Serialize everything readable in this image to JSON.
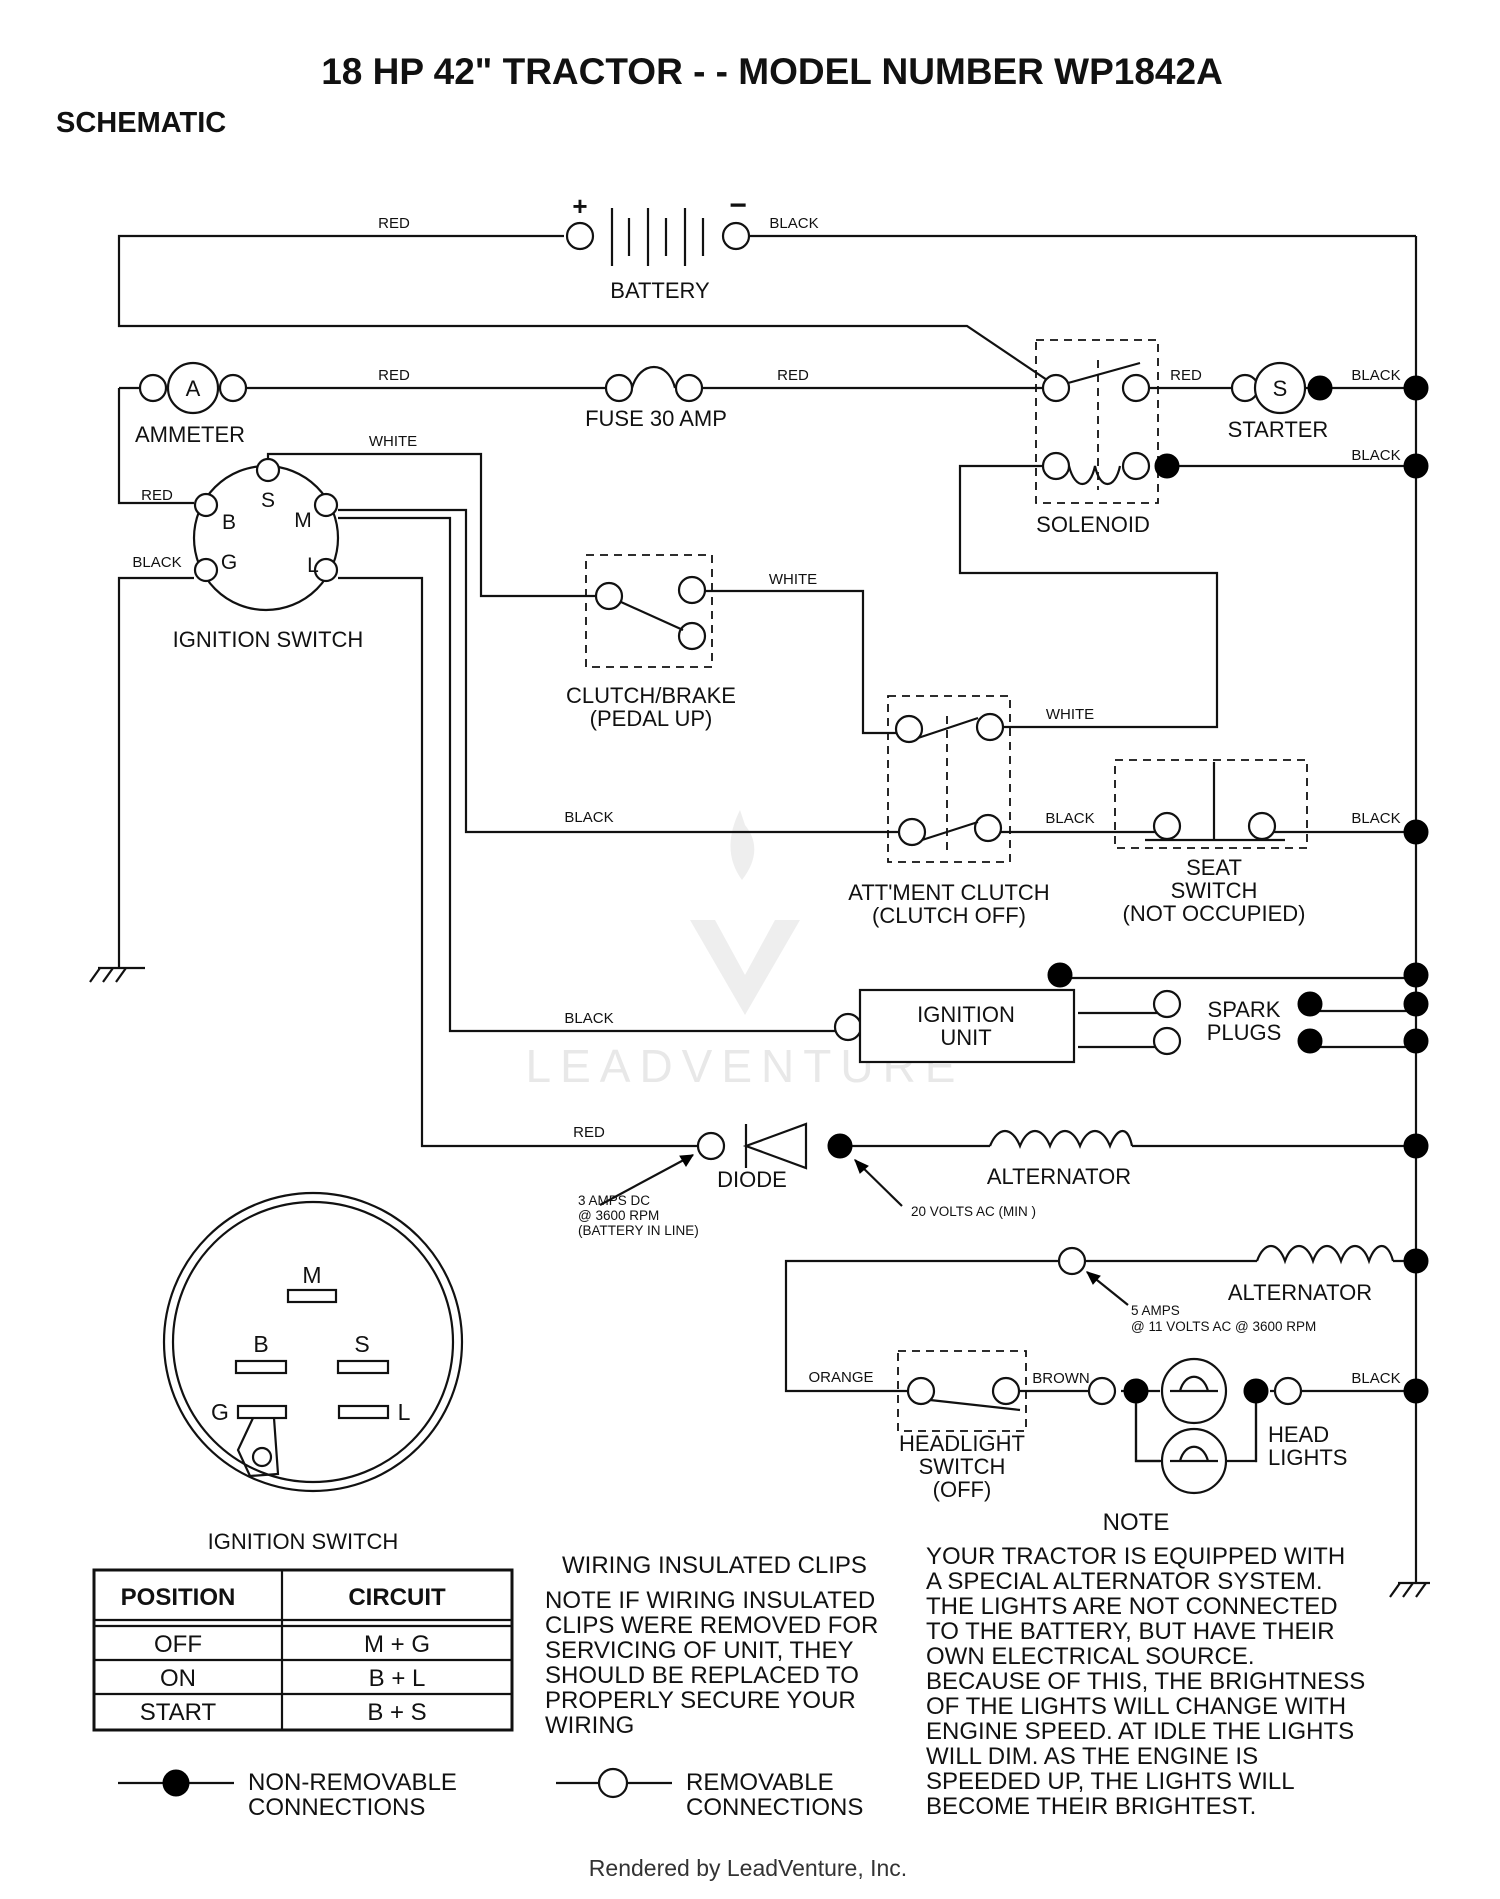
{
  "title": "18 HP 42\" TRACTOR - - MODEL NUMBER WP1842A",
  "subtitle": "SCHEMATIC",
  "components": {
    "battery": "BATTERY",
    "battery_plus": "+",
    "battery_minus": "−",
    "ammeter": "AMMETER",
    "ammeter_symbol": "A",
    "fuse": "FUSE 30 AMP",
    "solenoid": "SOLENOID",
    "starter": "STARTER",
    "starter_symbol": "S",
    "ignition_switch": "IGNITION SWITCH",
    "clutch_brake": [
      "CLUTCH/BRAKE",
      "(PEDAL UP)"
    ],
    "attment_clutch": [
      "ATT'MENT CLUTCH",
      "(CLUTCH OFF)"
    ],
    "seat_switch": [
      "SEAT",
      "SWITCH",
      "(NOT OCCUPIED)"
    ],
    "ignition_unit": [
      "IGNITION",
      "UNIT"
    ],
    "spark_plugs": [
      "SPARK",
      "PLUGS"
    ],
    "diode": "DIODE",
    "alternator_1": "ALTERNATOR",
    "alternator_2": "ALTERNATOR",
    "headlight_switch": [
      "HEADLIGHT",
      "SWITCH",
      "(OFF)"
    ],
    "head_lights": [
      "HEAD",
      "LIGHTS"
    ]
  },
  "terminals": {
    "S": "S",
    "B": "B",
    "M": "M",
    "G": "G",
    "L": "L"
  },
  "wire_colors": {
    "red": "RED",
    "black": "BLACK",
    "white": "WHITE",
    "orange": "ORANGE",
    "brown": "BROWN"
  },
  "specs": {
    "diode_amps": [
      "3 AMPS DC",
      "@ 3600 RPM",
      "(BATTERY IN LINE)"
    ],
    "alternator_volts": "20 VOLTS AC (MIN )",
    "alternator_2_rating": [
      "5 AMPS",
      "@ 11 VOLTS AC @ 3600 RPM"
    ]
  },
  "switch_diagram": {
    "title": "IGNITION SWITCH",
    "terminals": [
      "M",
      "B",
      "S",
      "G",
      "L"
    ]
  },
  "position_table": {
    "headers": [
      "POSITION",
      "CIRCUIT"
    ],
    "rows": [
      [
        "OFF",
        "M + G"
      ],
      [
        "ON",
        "B + L"
      ],
      [
        "START",
        "B + S"
      ]
    ]
  },
  "clips_note": {
    "title": "WIRING INSULATED CLIPS",
    "lines": [
      "NOTE  IF WIRING INSULATED",
      "CLIPS WERE REMOVED FOR",
      "SERVICING OF UNIT, THEY",
      "SHOULD BE REPLACED TO",
      "PROPERLY SECURE YOUR",
      "WIRING"
    ]
  },
  "alternator_note": {
    "title": "NOTE",
    "lines": [
      "YOUR TRACTOR IS EQUIPPED WITH",
      "A SPECIAL ALTERNATOR SYSTEM.",
      "THE LIGHTS ARE NOT CONNECTED",
      "TO  THE BATTERY, BUT HAVE THEIR",
      "OWN ELECTRICAL SOURCE.",
      "BECAUSE OF THIS, THE BRIGHTNESS",
      "OF THE LIGHTS WILL CHANGE WITH",
      "ENGINE SPEED.  AT IDLE THE LIGHTS",
      "WILL DIM.  AS THE ENGINE IS",
      "SPEEDED UP, THE LIGHTS WILL",
      "BECOME THEIR BRIGHTEST."
    ]
  },
  "legend": {
    "non_removable": [
      "NON-REMOVABLE",
      "CONNECTIONS"
    ],
    "removable": [
      "REMOVABLE",
      "CONNECTIONS"
    ]
  },
  "watermark": "LEADVENTURE",
  "footer": "Rendered by LeadVenture, Inc.",
  "colors": {
    "ink": "#111111",
    "background": "#ffffff",
    "watermark": "#e8e8e8"
  }
}
